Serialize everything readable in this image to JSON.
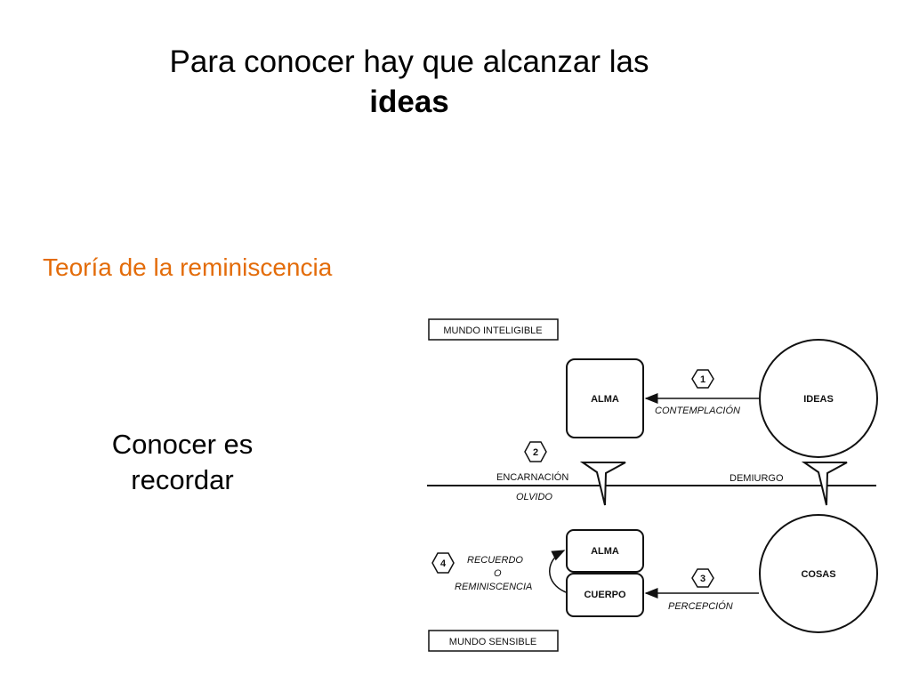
{
  "title": {
    "line1": "Para conocer hay que alcanzar las",
    "line2": "ideas"
  },
  "subtitle": "Teoría de la reminiscencia",
  "statement": {
    "line1": "Conocer es",
    "line2": "recordar"
  },
  "diagram": {
    "mundo_inteligible": "MUNDO INTELIGIBLE",
    "mundo_sensible": "MUNDO SENSIBLE",
    "alma_top": "ALMA",
    "ideas": "IDEAS",
    "step1": "1",
    "contemplacion": "CONTEMPLACIÓN",
    "step2": "2",
    "encarnacion": "ENCARNACIÓN",
    "olvido": "OLVIDO",
    "demiurgo": "DEMIURGO",
    "alma_bottom": "ALMA",
    "cuerpo": "CUERPO",
    "cosas": "COSAS",
    "step3": "3",
    "percepcion": "PERCEPCIÓN",
    "step4": "4",
    "recuerdo": "RECUERDO",
    "o": "O",
    "reminiscencia": "REMINISCENCIA"
  }
}
